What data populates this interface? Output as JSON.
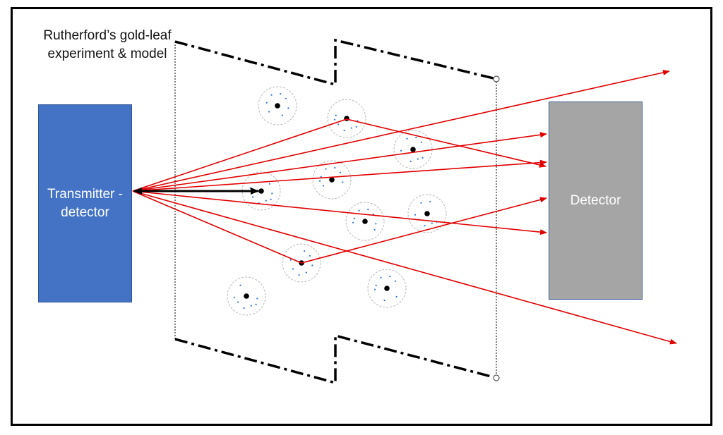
{
  "title": "Rutherford’s gold-leaf experiment & model",
  "transmitter_label": "Transmitter -detector",
  "detector_label": "Detector",
  "colors": {
    "transmitter": "#4472c4",
    "detector": "#a5a5a5",
    "ray": "#e00000",
    "electron": "#2e75d6",
    "nucleus": "#000000"
  }
}
